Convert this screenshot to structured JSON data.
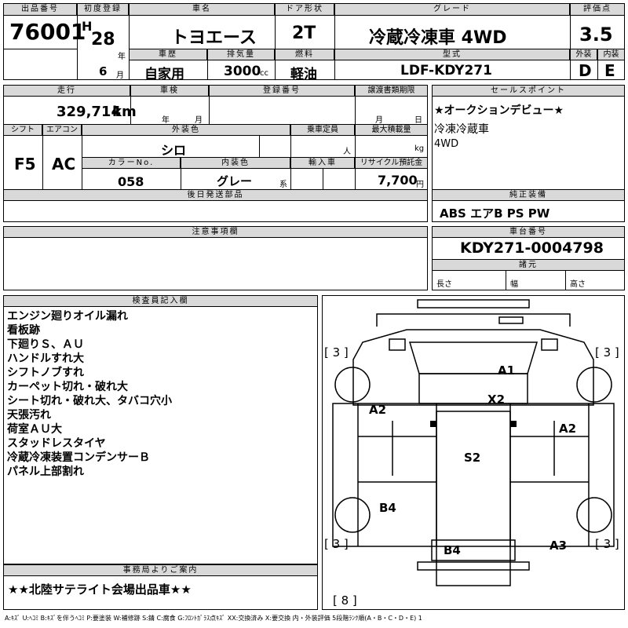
{
  "headers": {
    "lot": "出品番号",
    "first_reg": "初度登録",
    "car_name": "車名",
    "door": "ドア形状",
    "grade": "グレード",
    "score": "評価点",
    "history": "車歴",
    "displacement": "排気量",
    "fuel": "燃料",
    "model_type": "型式",
    "exterior": "外装",
    "interior": "内装",
    "mileage": "走行",
    "inspection": "車検",
    "reg_no": "登録番号",
    "transfer_deadline": "譲渡書類期限",
    "sales_point": "セールスポイント",
    "shift": "シフト",
    "aircon": "エアコン",
    "ext_color": "外装色",
    "capacity": "乗車定員",
    "max_load": "最大積載量",
    "color_no": "カラーNo.",
    "int_color": "内装色",
    "import": "輸入車",
    "recycle": "リサイクル預託金",
    "later_parts": "後日発送部品",
    "genuine_equip": "純正装備",
    "caution": "注意事項欄",
    "chassis_no": "車台番号",
    "dimensions": "諸元",
    "inspector": "検査員記入欄",
    "office": "事務局よりご案内"
  },
  "lot_number": "76001",
  "era": "H",
  "year": "28",
  "year_unit": "年",
  "month": "6",
  "month_unit": "月",
  "car_name": "トヨエース",
  "door": "2T",
  "grade": "冷蔵冷凍車 4WD",
  "score": "3.5",
  "history": "自家用",
  "displacement": "3000",
  "displacement_unit": "cc",
  "fuel": "軽油",
  "model_type": "LDF-KDY271",
  "exterior_grade": "D",
  "interior_grade": "E",
  "mileage": "329,714",
  "mileage_unit": "km",
  "inspection_year_unit": "年",
  "inspection_month_unit": "月",
  "transfer_month_unit": "月",
  "transfer_day_unit": "日",
  "sales_points": [
    "★オークションデビュー★",
    "冷凍冷蔵車",
    "4WD"
  ],
  "shift": "F5",
  "aircon": "AC",
  "ext_color": "シロ",
  "capacity_unit": "人",
  "max_load_unit": "kg",
  "color_no": "058",
  "int_color": "グレー",
  "int_color_suffix": "系",
  "recycle": "7,700",
  "recycle_unit": "円",
  "genuine_equip": "ABS エアB PS PW",
  "chassis_no": "KDY271-0004798",
  "dim_length": "長さ",
  "dim_width": "幅",
  "dim_height": "高さ",
  "inspector_notes": [
    "エンジン廻りオイル漏れ",
    "看板跡",
    "下廻りＳ、ＡＵ",
    "ハンドルすれ大",
    "シフトノブすれ",
    "カーペット切れ・破れ大",
    "シート切れ・破れ大、タバコ穴小",
    "天張汚れ",
    "荷室ＡＵ大",
    "スタッドレスタイヤ",
    "冷蔵冷凍装置コンデンサーＢ",
    "パネル上部割れ"
  ],
  "office_note": "★★北陸サテライト会場出品車★★",
  "diagram_marks": {
    "tire_fl": "[ 3 ]",
    "tire_fr": "[ 3 ]",
    "tire_rl": "[ 3 ]",
    "tire_rr": "[ 3 ]",
    "spare": "[ 8 ]",
    "a1": "A1",
    "x2": "X2",
    "a2_left": "A2",
    "a2_right": "A2",
    "s2": "S2",
    "b4_left": "B4",
    "b4_bottom": "B4",
    "a3": "A3"
  },
  "legend": "A:ｷｽﾞ U:ﾍｺﾐ B:ｷｽﾞを伴うﾍｺﾐ P:要塗装 W:補修跡 S:錆 C:腐食 G:ﾌﾛﾝﾄｶﾞﾗｽ点ｷｽﾞ XX:交換済み X:要交換 内・外装評価 5段階ﾗﾝｸ順(A・B・C・D・E) 1"
}
